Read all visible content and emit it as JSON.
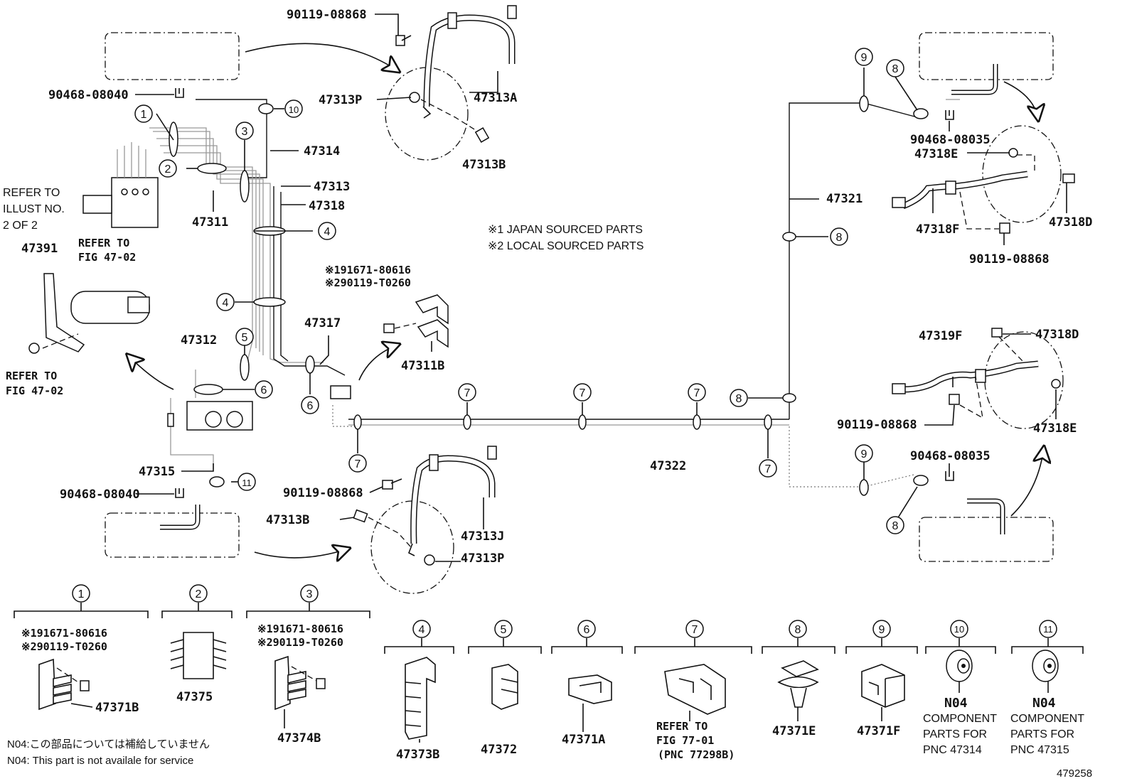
{
  "notes": {
    "japan": "※1 JAPAN SOURCED PARTS",
    "local": "※2 LOCAL SOURCED PARTS",
    "jp_not_supplied": "N04:この部品については補給していません",
    "en_not_supplied": "N04: This part is not availale for service"
  },
  "refer": {
    "illust_l1": "REFER TO",
    "illust_l2": "ILLUST NO.",
    "illust_l3": "2 OF 2",
    "fig4702_top_l1": "REFER TO",
    "fig4702_top_l2": "FIG 47-02",
    "fig4702_bot_l1": "REFER TO",
    "fig4702_bot_l2": "FIG 47-02",
    "fig7701_l1": "REFER TO",
    "fig7701_l2": "FIG 77-01",
    "fig7701_l3": "(PNC 77298B)"
  },
  "parts": {
    "p90119_top": "90119-08868",
    "p47313P_top": "47313P",
    "p47313A": "47313A",
    "p47313B_top": "47313B",
    "p90468_top": "90468-08040",
    "p47314": "47314",
    "p47313": "47313",
    "p47318": "47318",
    "p47311": "47311",
    "p47391": "47391",
    "p47312": "47312",
    "p47317": "47317",
    "p47311B": "47311B",
    "p47315": "47315",
    "p90468_bot": "90468-08040",
    "p90119_mid": "90119-08868",
    "p47313B_bot": "47313B",
    "p47313J": "47313J",
    "p47313P_bot": "47313P",
    "p47322": "47322",
    "p47321": "47321",
    "p90468_r1": "90468-08035",
    "p47318E_top": "47318E",
    "p47318F": "47318F",
    "p47318D_top": "47318D",
    "p90119_r1": "90119-08868",
    "p47319F": "47319F",
    "p47318D_bot": "47318D",
    "p90119_r2": "90119-08868",
    "p47318E_bot": "47318E",
    "p90468_r2": "90468-08035",
    "code1_a": "※191671-80616",
    "code1_b": "※290119-T0260"
  },
  "callouts": [
    "1",
    "2",
    "3",
    "4",
    "5",
    "6",
    "7",
    "8",
    "9",
    "10",
    "11"
  ],
  "bottom_row": {
    "c1_code_a": "※191671-80616",
    "c1_code_b": "※290119-T0260",
    "c1_part": "47371B",
    "c2_part": "47375",
    "c3_code_a": "※191671-80616",
    "c3_code_b": "※290119-T0260",
    "c3_part": "47374B",
    "c4_part": "47373B",
    "c5_part": "47372",
    "c6_part": "47371A",
    "c8_part": "47371E",
    "c9_part": "47371F",
    "c10_n04": "N04",
    "c10_l1": "COMPONENT",
    "c10_l2": "PARTS FOR",
    "c10_l3": "PNC 47314",
    "c11_n04": "N04",
    "c11_l1": "COMPONENT",
    "c11_l2": "PARTS FOR",
    "c11_l3": "PNC 47315"
  },
  "figure_number": "479258"
}
